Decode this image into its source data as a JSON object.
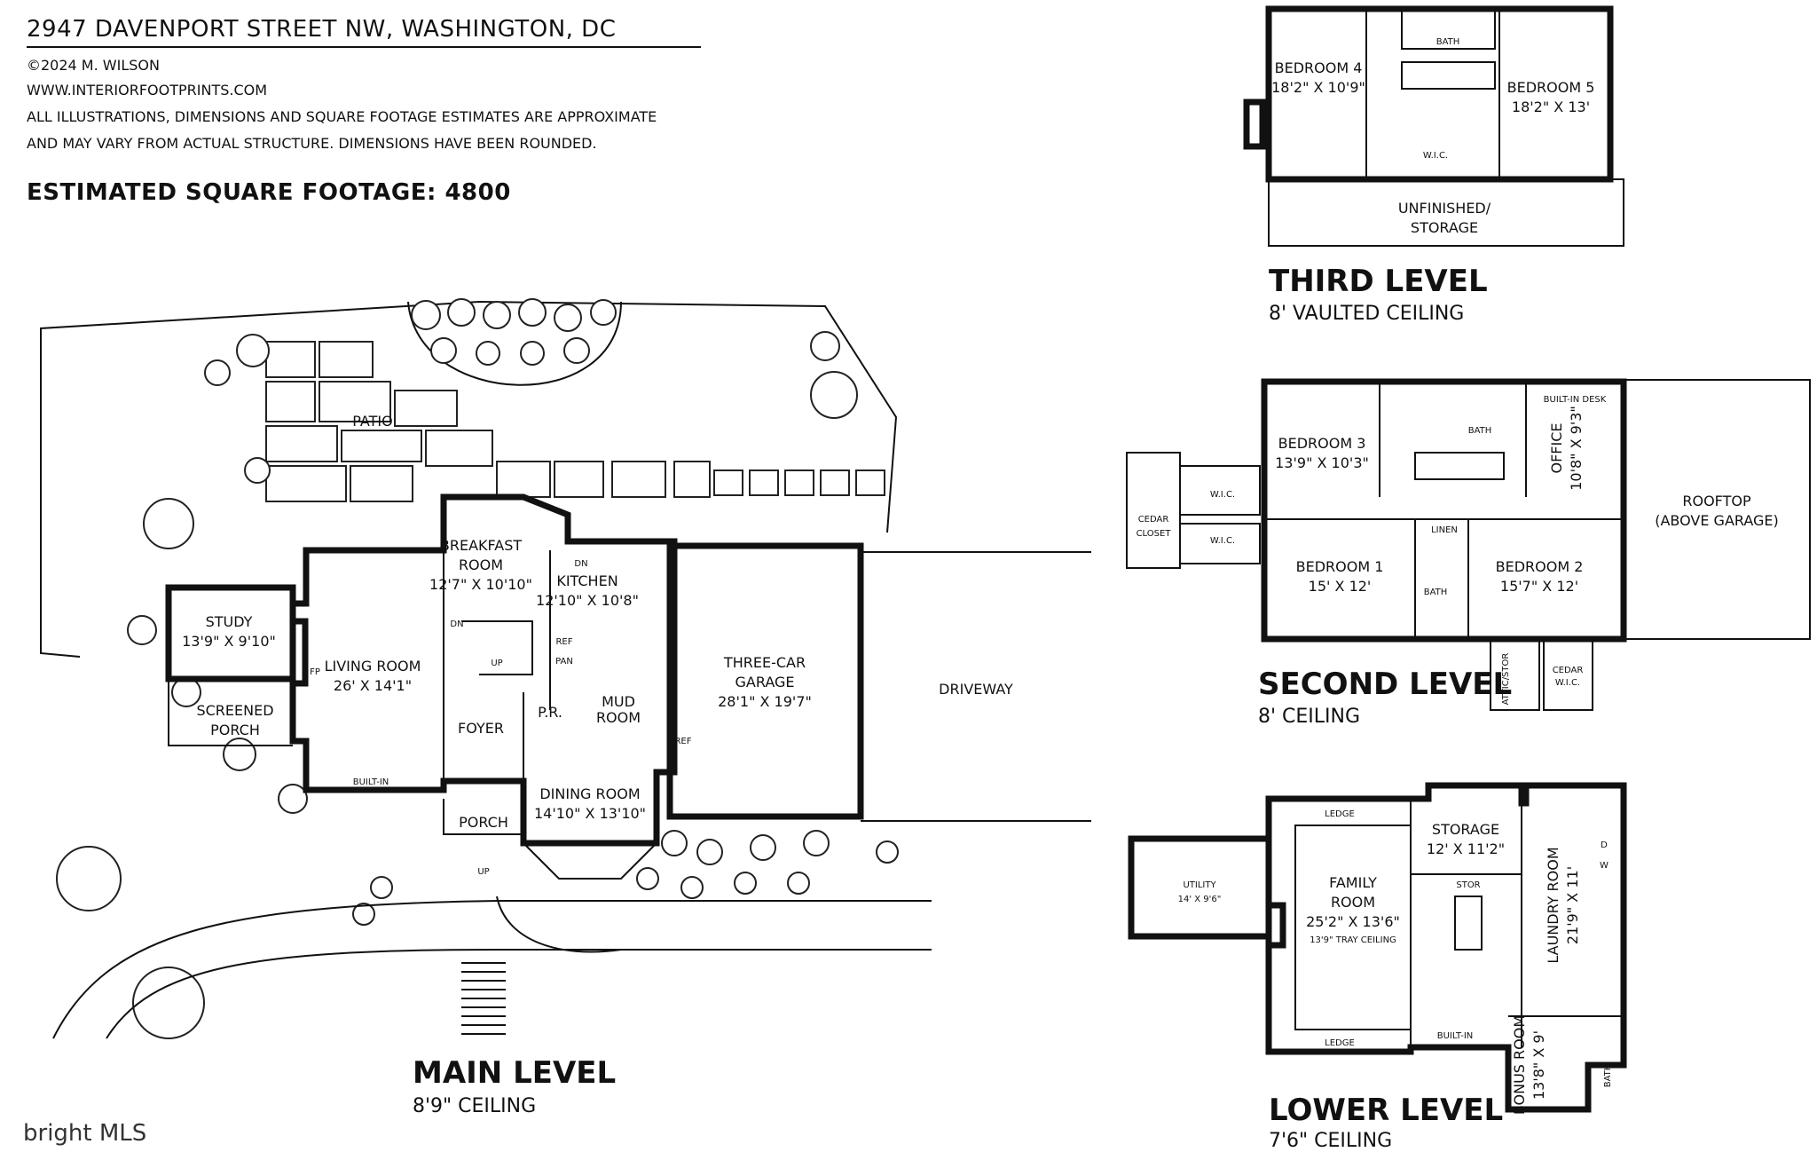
{
  "header": {
    "address": "2947 DAVENPORT STREET NW, WASHINGTON, DC",
    "copyright": "©2024 M. WILSON",
    "website": "WWW.INTERIORFOOTPRINTS.COM",
    "disclaimer_line1": "ALL ILLUSTRATIONS, DIMENSIONS AND SQUARE FOOTAGE ESTIMATES ARE APPROXIMATE",
    "disclaimer_line2": "AND MAY VARY FROM ACTUAL STRUCTURE. DIMENSIONS HAVE BEEN ROUNDED.",
    "square_footage": "ESTIMATED SQUARE FOOTAGE: 4800"
  },
  "main_level": {
    "title": "MAIN LEVEL",
    "ceiling": "8'9\" CEILING",
    "rooms": {
      "patio": "PATIO",
      "breakfast_name1": "BREAKFAST",
      "breakfast_name2": "ROOM",
      "breakfast_dims": "12'7\" X 10'10\"",
      "kitchen_name": "KITCHEN",
      "kitchen_dims": "12'10\" X 10'8\"",
      "study_name": "STUDY",
      "study_dims": "13'9\" X 9'10\"",
      "living_name": "LIVING ROOM",
      "living_dims": "26' X 14'1\"",
      "screened_name1": "SCREENED",
      "screened_name2": "PORCH",
      "foyer": "FOYER",
      "powder": "P.R.",
      "mud_name1": "MUD",
      "mud_name2": "ROOM",
      "garage_name1": "THREE-CAR",
      "garage_name2": "GARAGE",
      "garage_dims": "28'1\" X 19'7\"",
      "driveway": "DRIVEWAY",
      "porch": "PORCH",
      "dining_name": "DINING ROOM",
      "dining_dims": "14'10\" X 13'10\""
    },
    "small_labels": {
      "fp": "FP",
      "dn": "DN",
      "up": "UP",
      "ref": "REF",
      "pan": "PAN",
      "built_in": "BUILT-IN"
    }
  },
  "third_level": {
    "title": "THIRD LEVEL",
    "ceiling": "8' VAULTED CEILING",
    "rooms": {
      "bedroom4_name": "BEDROOM 4",
      "bedroom4_dims": "18'2\" X 10'9\"",
      "bedroom5_name": "BEDROOM 5",
      "bedroom5_dims": "18'2\" X 13'",
      "bath": "BATH",
      "wic": "W.I.C.",
      "unfinished1": "UNFINISHED/",
      "unfinished2": "STORAGE"
    }
  },
  "second_level": {
    "title": "SECOND LEVEL",
    "ceiling": "8' CEILING",
    "rooms": {
      "bedroom3_name": "BEDROOM 3",
      "bedroom3_dims": "13'9\" X 10'3\"",
      "bath": "BATH",
      "office_name": "OFFICE",
      "office_dims": "10'8\" X 9'3\"",
      "built_in_desk": "BUILT-IN DESK",
      "rooftop1": "ROOFTOP",
      "rooftop2": "(ABOVE GARAGE)",
      "cedar_closet1": "CEDAR",
      "cedar_closet2": "CLOSET",
      "wic": "W.I.C.",
      "linen": "LINEN",
      "bedroom1_name": "BEDROOM 1",
      "bedroom1_dims": "15' X 12'",
      "bedroom2_name": "BEDROOM 2",
      "bedroom2_dims": "15'7\" X 12'",
      "attic": "ATTIC/STOR",
      "cedar_wic1": "CEDAR",
      "cedar_wic2": "W.I.C."
    }
  },
  "lower_level": {
    "title": "LOWER LEVEL",
    "ceiling": "7'6\" CEILING",
    "rooms": {
      "utility_name": "UTILITY",
      "utility_dims": "14' X 9'6\"",
      "family_name1": "FAMILY",
      "family_name2": "ROOM",
      "family_dims": "25'2\" X 13'6\"",
      "family_tray": "13'9\" TRAY CEILING",
      "storage_name": "STORAGE",
      "storage_dims": "12' X 11'2\"",
      "stor": "STOR",
      "laundry_name": "LAUNDRY ROOM",
      "laundry_dims": "21'9\" X 11'",
      "bonus_name": "BONUS ROOM",
      "bonus_dims": "13'8\" X 9'",
      "bath": "BATH",
      "ledge": "LEDGE",
      "built_in": "BUILT-IN",
      "d": "D",
      "w": "W"
    }
  },
  "watermark": "bright MLS"
}
